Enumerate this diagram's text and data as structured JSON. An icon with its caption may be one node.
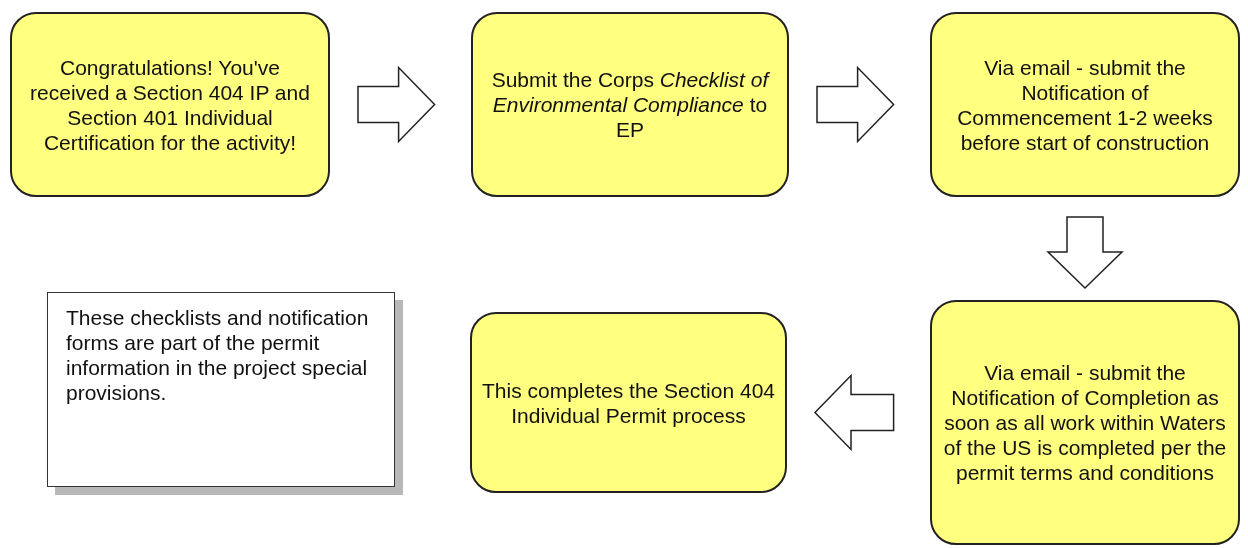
{
  "diagram": {
    "nodes": [
      {
        "text": [
          "Congratulations! You've received a Section 404 IP and Section 401 Individual Certification for the activity!"
        ]
      },
      {
        "text": [
          "Submit the Corps *Checklist of Environmental Compliance* to EP"
        ]
      },
      {
        "text": [
          "Via email -  submit the Notification of Commencement 1-2 weeks before start of construction"
        ]
      },
      {
        "text": [
          "Via email -  submit the Notification of Completion as soon as all work within Waters of the US is completed per the permit terms and conditions"
        ]
      },
      {
        "text": [
          "This completes the Section 404 Individual Permit process"
        ]
      },
      {
        "text": [
          "These checklists and notification forms are part of the permit information in the project special provisions."
        ]
      }
    ],
    "edges": [
      {
        "from": 0,
        "to": 1,
        "arrow": "to"
      },
      {
        "from": 1,
        "to": 2,
        "arrow": "to"
      },
      {
        "from": 2,
        "to": 3,
        "arrow": "to"
      },
      {
        "from": 3,
        "to": 4,
        "arrow": "to"
      }
    ]
  }
}
